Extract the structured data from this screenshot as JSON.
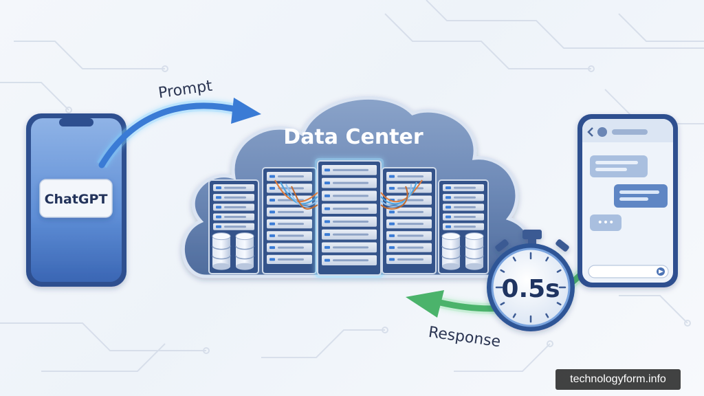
{
  "diagram": {
    "left_phone": {
      "app_label": "ChatGPT"
    },
    "cloud": {
      "title": "Data Center"
    },
    "prompt_arrow": {
      "label": "Prompt"
    },
    "response_arrow": {
      "label": "Response"
    },
    "timer": {
      "value": "0.5s"
    },
    "right_phone": {
      "header_icons": [
        "back-chevron-icon",
        "avatar-icon"
      ],
      "typing_indicator": "•••"
    }
  },
  "watermark": "technologyform.info",
  "colors": {
    "phone_frame": "#2e4f8f",
    "cloud_fill": "#5f7fb0",
    "server_dark": "#3b5a93",
    "prompt_arrow": "#3a7bd5",
    "response_arrow": "#4bb36b",
    "accent_glow": "#7fd0ff"
  }
}
